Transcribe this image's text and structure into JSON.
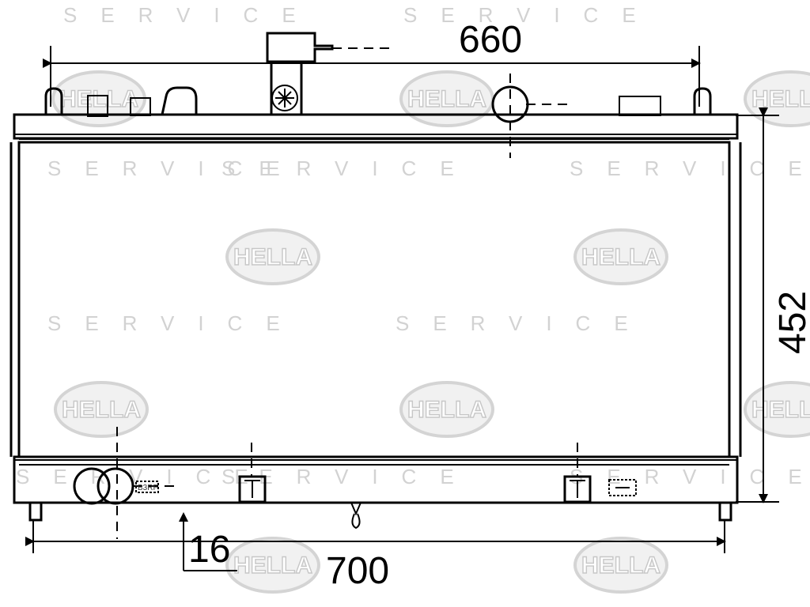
{
  "watermark": {
    "brand": "HELLA",
    "service": "SERVICE"
  },
  "dimensions": {
    "top_width": "660",
    "height": "452",
    "bottom_width": "700",
    "offset": "16"
  },
  "detail_label": "B3RF",
  "colors": {
    "line": "#000000",
    "watermark": "#d2d2d2",
    "logo_fill": "#f1f1f1"
  }
}
